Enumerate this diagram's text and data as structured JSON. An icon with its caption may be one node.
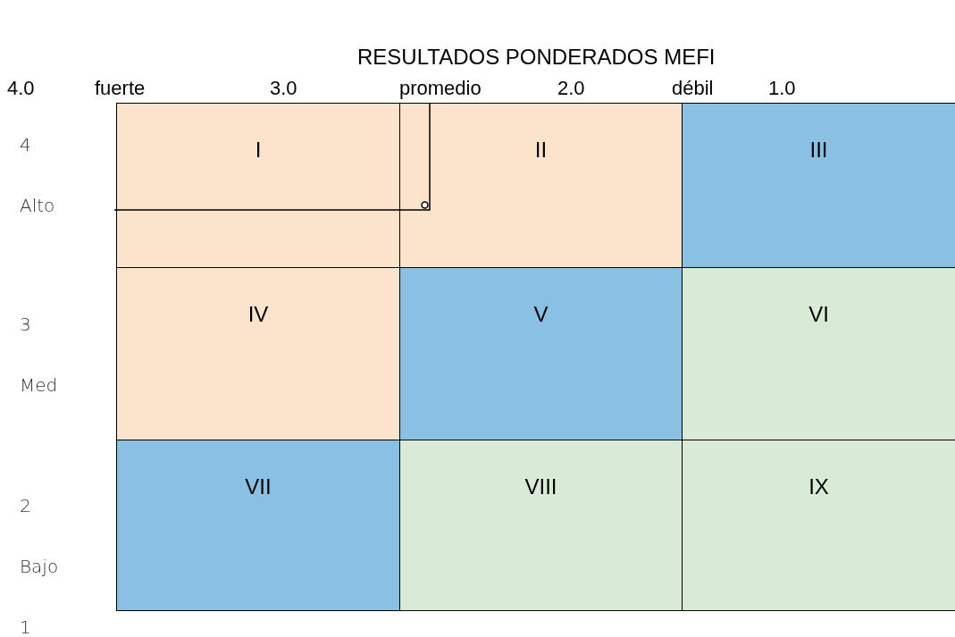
{
  "diagram": {
    "title": "RESULTADOS PONDERADOS MEFI",
    "nodes": [
      {
        "text": [
          "I"
        ]
      },
      {
        "text": [
          "II"
        ]
      },
      {
        "text": [
          "III"
        ]
      },
      {
        "text": [
          "IV"
        ]
      },
      {
        "text": [
          "V"
        ]
      },
      {
        "text": [
          "VI"
        ]
      },
      {
        "text": [
          "VII"
        ]
      },
      {
        "text": [
          "VIII"
        ]
      },
      {
        "text": [
          "IX"
        ]
      }
    ],
    "labels": [
      "4.0",
      "fuerte",
      "3.0",
      "promedio",
      "2.0",
      "débil",
      "1.0",
      "4",
      "Alto",
      "3",
      "Med",
      "2",
      "Bajo",
      "1"
    ]
  }
}
